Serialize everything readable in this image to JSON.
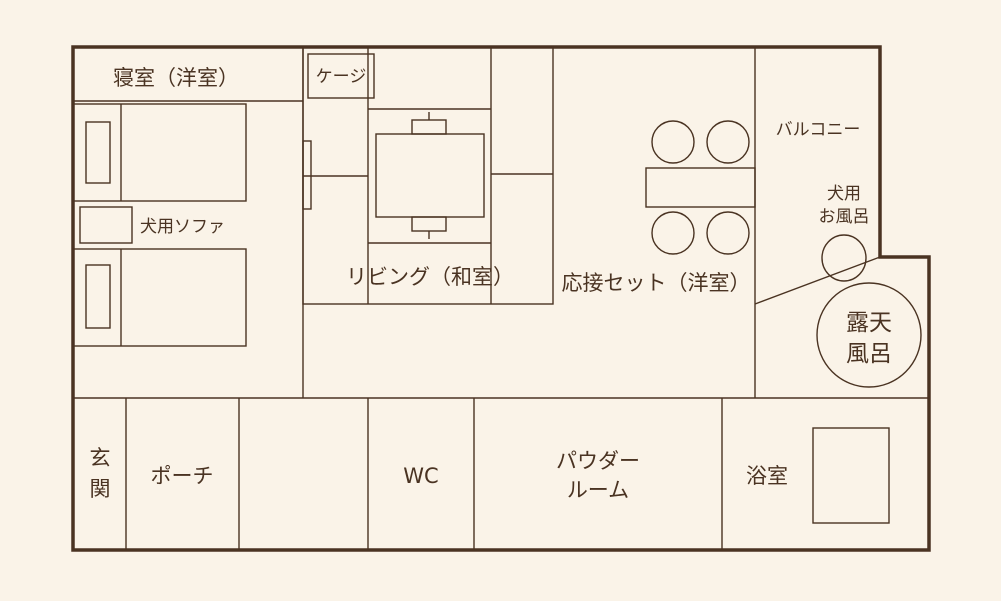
{
  "rooms": {
    "bedroom": "寝室（洋室）",
    "dog_sofa": "犬用ソファ",
    "cage": "ケージ",
    "living": "リビング（和室）",
    "reception": "応接セット（洋室）",
    "balcony": "バルコニー",
    "dog_bath_line1": "犬用",
    "dog_bath_line2": "お風呂",
    "open_bath_line1": "露天",
    "open_bath_line2": "風呂",
    "entrance_line1": "玄",
    "entrance_line2": "関",
    "porch": "ポーチ",
    "wc": "WC",
    "powder_line1": "パウダー",
    "powder_line2": "ルーム",
    "bathroom": "浴室"
  },
  "colors": {
    "background": "#faf3e8",
    "line": "#4a3322"
  }
}
